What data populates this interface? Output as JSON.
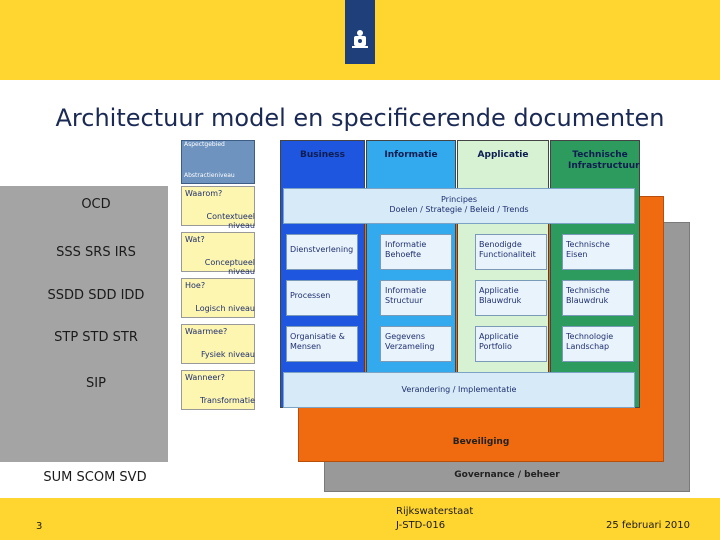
{
  "header": {
    "logo_icon": "coat-of-arms-icon",
    "bar_color": "#ffd530"
  },
  "slide": {
    "title": "Architectuur model en specificerende documenten"
  },
  "side_labels": [
    "OCD",
    "SSS SRS IRS",
    "SSDD SDD IDD",
    "STP STD STR",
    "SIP",
    "SUM SCOM SVD"
  ],
  "diagram": {
    "thumbnail": {
      "top_text": "Aspectgebied",
      "bottom_text": "Abstractieniveau"
    },
    "columns": [
      "Business",
      "Informatie",
      "Applicatie",
      "Technische Infrastructuur"
    ],
    "rows": [
      {
        "question": "Waarom?",
        "level": "Contextueel niveau"
      },
      {
        "question": "Wat?",
        "level": "Conceptueel niveau"
      },
      {
        "question": "Hoe?",
        "level": "Logisch niveau"
      },
      {
        "question": "Waarmee?",
        "level": "Fysiek niveau"
      },
      {
        "question": "Wanneer?",
        "level": "Transformatie"
      }
    ],
    "principles": {
      "line1": "Principes",
      "line2": "Doelen / Strategie / Beleid / Trends"
    },
    "grid": [
      [
        "Dienstverlening",
        "Informatie Behoefte",
        "Benodigde Functionaliteit",
        "Technische Eisen"
      ],
      [
        "Processen",
        "Informatie Structuur",
        "Applicatie Blauwdruk",
        "Technische Blauwdruk"
      ],
      [
        "Organisatie & Mensen",
        "Gegevens Verzameling",
        "Applicatie Portfolio",
        "Technologie Landschap"
      ]
    ],
    "change": "Verandering / Implementatie",
    "security": "Beveiliging",
    "governance": "Governance / beheer"
  },
  "footer": {
    "page": "3",
    "org": "Rijkswaterstaat",
    "doc": "J-STD-016",
    "date": "25 februari 2010"
  },
  "colors": {
    "business": "#1f56e0",
    "informatie": "#33a9ee",
    "applicatie": "#d6f2d2",
    "technisch": "#2e9b5e",
    "security": "#f06a10",
    "governance": "#999999"
  }
}
